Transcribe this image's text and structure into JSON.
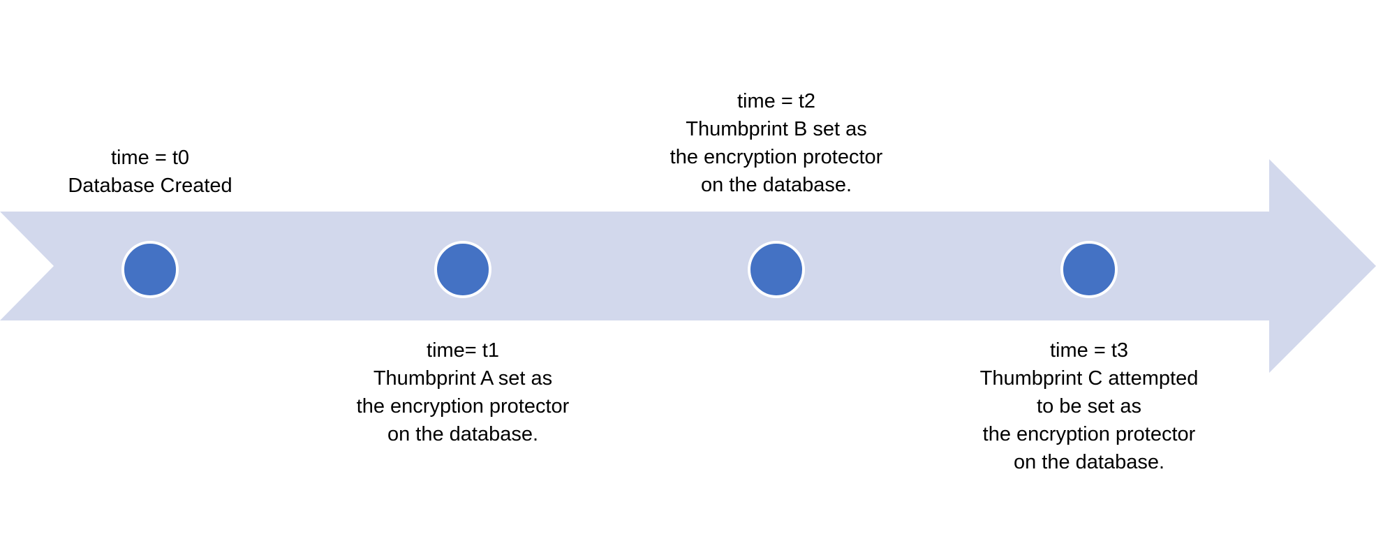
{
  "colors": {
    "arrow_fill": "#D2D8EC",
    "marker_fill": "#4472C4",
    "marker_stroke": "#FFFFFF",
    "text": "#000000"
  },
  "timeline": {
    "events": [
      {
        "id": "t0",
        "lines": [
          "time = t0",
          "Database Created"
        ]
      },
      {
        "id": "t1",
        "lines": [
          "time= t1",
          "Thumbprint A set as",
          "the encryption protector",
          "on the database."
        ]
      },
      {
        "id": "t2",
        "lines": [
          "time = t2",
          "Thumbprint B set as",
          "the encryption protector",
          "on the database."
        ]
      },
      {
        "id": "t3",
        "lines": [
          "time = t3",
          "Thumbprint C attempted",
          "to be set as",
          "the encryption protector",
          "on the database."
        ]
      }
    ]
  }
}
